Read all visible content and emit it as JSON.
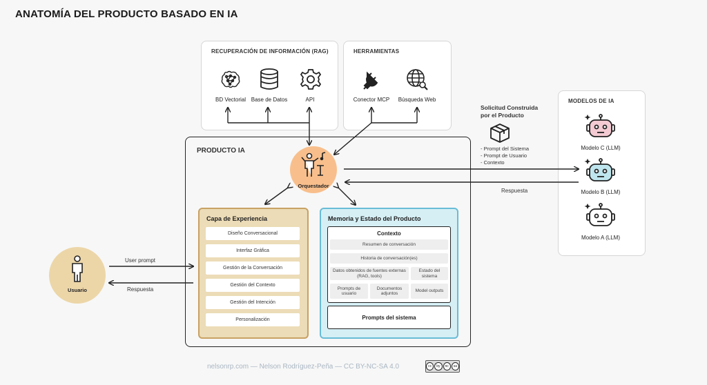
{
  "title": "ANATOMÍA DEL PRODUCTO BASADO EN IA",
  "rag": {
    "title": "RECUPERACIÓN DE INFORMACIÓN (RAG)",
    "items": [
      "BD Vectorial",
      "Base de Datos",
      "API"
    ]
  },
  "tools": {
    "title": "HERRAMIENTAS",
    "items": [
      "Conector MCP",
      "Búsqueda Web"
    ]
  },
  "product": {
    "title": "PRODUCTO IA",
    "orchestrator": "Orquestador",
    "experience": {
      "title": "Capa de Experiencia",
      "items": [
        "Diseño Conversacional",
        "Interfaz Gráfica",
        "Gestión de la Conversación",
        "Gestión del Contexto",
        "Gestión del Intención",
        "Personalización"
      ]
    },
    "memory": {
      "title": "Memoria y Estado del Producto",
      "context_title": "Contexto",
      "summary": "Resumen de conversación",
      "history": "Historia de conversación(es)",
      "external_data": "Datos obtenidos de fuentes externas (RAG, tools)",
      "system_state": "Estado del sistema",
      "user_prompts": "Prompts de usuario",
      "attached_docs": "Documentos adjuntos",
      "model_outputs": "Model outputs",
      "system_prompts": "Prompts del sistema"
    }
  },
  "user": {
    "label": "Usuario",
    "prompt_label": "User prompt",
    "response_label": "Respuesta"
  },
  "request": {
    "title_line1": "Solicitud Construida",
    "title_line2": "por el Producto",
    "items": [
      "- Prompt del Sistema",
      "- Prompt de Usuario",
      "- Contexto"
    ],
    "response_label": "Respuesta"
  },
  "models": {
    "title": "MODELOS DE IA",
    "items": [
      "Modelo C (LLM)",
      "Modelo B (LLM)",
      "Modelo A (LLM)"
    ],
    "colors": [
      "#f4cbd3",
      "#bfe6ee",
      "#ffffff"
    ]
  },
  "footer": "nelsonrp.com — Nelson Rodríguez-Peña  — CC BY-NC-SA 4.0",
  "license_badge": [
    "cc",
    "by",
    "nc",
    "sa"
  ]
}
